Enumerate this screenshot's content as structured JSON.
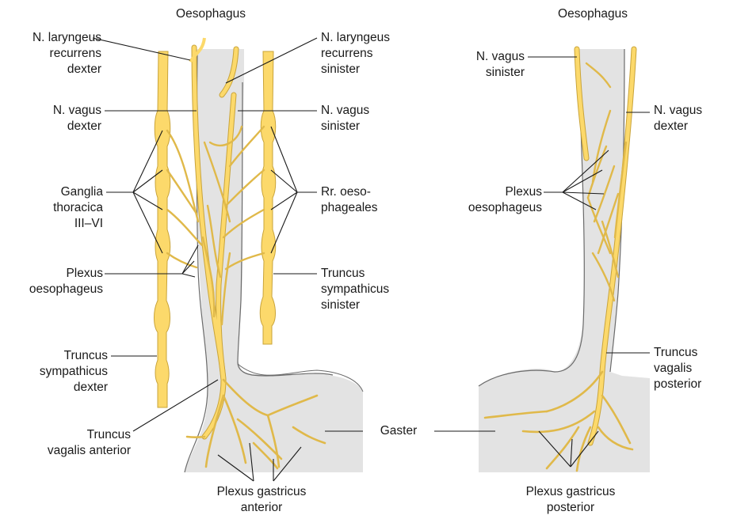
{
  "labels": {
    "oesophagus_ant": "Oesophagus",
    "oesophagus_post": "Oesophagus",
    "lar_rec_dex": "N. laryngeus\nrecurrens\ndexter",
    "lar_rec_sin": "N. laryngeus\nrecurrens\nsinister",
    "vagus_dex_ant": "N. vagus\ndexter",
    "vagus_sin_ant": "N. vagus\nsinister",
    "ganglia": "Ganglia\nthoracica\nIII–VI",
    "rr_oeso": "Rr. oeso-\nphageales",
    "plexus_oeso_ant": "Plexus\noesophageus",
    "truncus_symp_sin": "Truncus\nsympathicus\nsinister",
    "truncus_symp_dex": "Truncus\nsympathicus\ndexter",
    "truncus_vag_ant": "Truncus\nvagalis anterior",
    "gaster": "Gaster",
    "plexus_gastr_ant": "Plexus gastricus\nanterior",
    "vagus_sin_post": "N. vagus\nsinister",
    "vagus_dex_post": "N. vagus\ndexter",
    "plexus_oeso_post": "Plexus\noesophageus",
    "truncus_vag_post": "Truncus\nvagalis\nposterior",
    "plexus_gastr_post": "Plexus gastricus\nposterior"
  },
  "colors": {
    "nerve_fill": "#fcd96b",
    "nerve_edge": "#c9a43a",
    "organ_fill": "#e3e3e3",
    "organ_edge": "#6b6b6b",
    "leader": "#1a1a1a"
  }
}
